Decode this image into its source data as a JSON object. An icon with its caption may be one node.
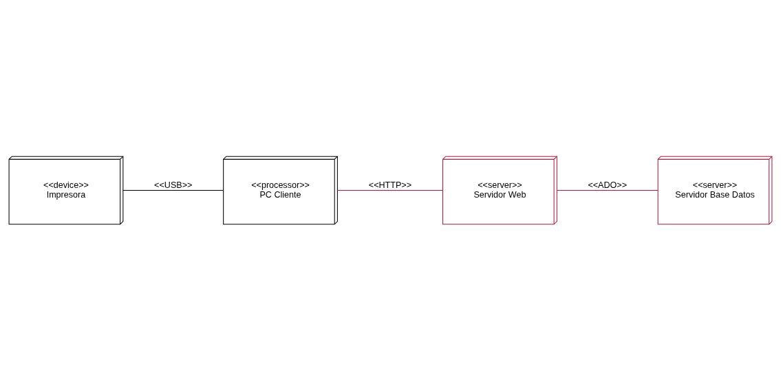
{
  "diagram": {
    "nodes": [
      {
        "text": [
          "<<device>>",
          "Impresora"
        ]
      },
      {
        "text": [
          "<<processor>>",
          "PC Cliente"
        ]
      },
      {
        "text": [
          "<<server>>",
          "Servidor Web"
        ]
      },
      {
        "text": [
          "<<server>>",
          "Servidor Base Datos"
        ]
      }
    ],
    "edges": [
      {
        "from": 0,
        "to": 1,
        "arrow": "none",
        "label": "<<USB>>",
        "color": "#000000"
      },
      {
        "from": 1,
        "to": 2,
        "arrow": "none",
        "label": "<<HTTP>>"
      },
      {
        "from": 2,
        "to": 3,
        "arrow": "none",
        "label": "<<ADO>>"
      }
    ]
  }
}
